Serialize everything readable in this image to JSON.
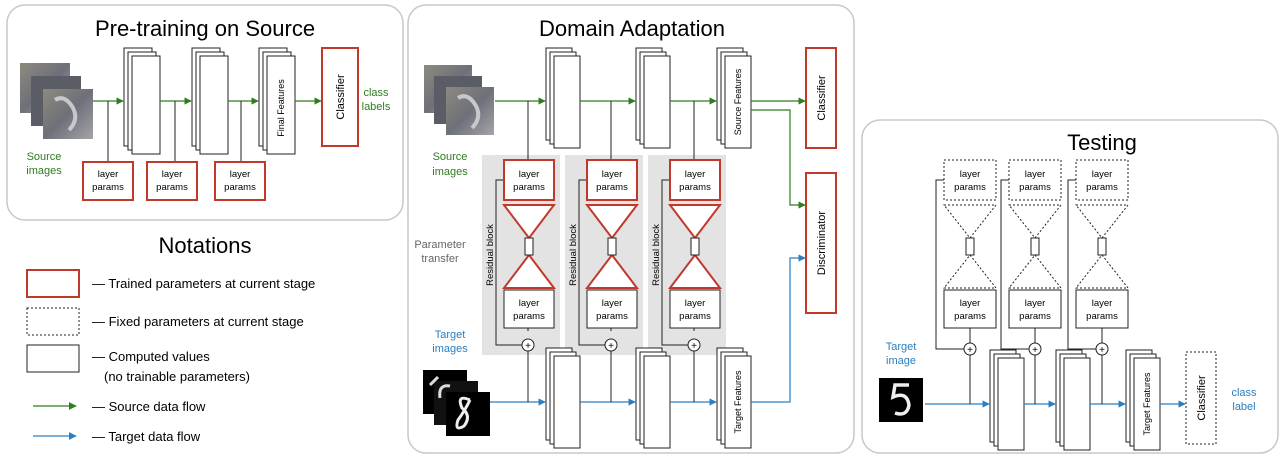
{
  "panels": {
    "pretraining": {
      "title": "Pre-training on Source"
    },
    "adaptation": {
      "title": "Domain Adaptation"
    },
    "testing": {
      "title": "Testing"
    }
  },
  "notations": {
    "title": "Notations",
    "trained": "— Trained parameters at current stage",
    "fixed": "— Fixed parameters at current stage",
    "computed_1": "— Computed values",
    "computed_2": "(no trainable parameters)",
    "source_flow": "— Source data flow",
    "target_flow": "— Target data flow"
  },
  "labels": {
    "source_images_1": "Source",
    "source_images_2": "images",
    "target_images_1": "Target",
    "target_images_2": "images",
    "target_image_1": "Target",
    "target_image_2": "image",
    "layer_1": "layer",
    "layer_2": "params",
    "final_features": "Final Features",
    "source_features": "Source Features",
    "target_features": "Target Features",
    "classifier": "Classifier",
    "discriminator": "Discriminator",
    "class_labels_1": "class",
    "class_labels_2": "labels",
    "class_label_1": "class",
    "class_label_2": "label",
    "residual_block": "Residual block",
    "parameter_transfer_1": "Parameter",
    "parameter_transfer_2": "transfer",
    "plus": "+"
  },
  "colors": {
    "trained": "#c0392b",
    "source": "#2e7d1f",
    "target": "#2a7fc1",
    "panel_border": "#c8c8c8",
    "residual_bg": "#e3e3e3"
  },
  "icons": [
    "source-image-stack",
    "target-digit-images",
    "plus-circle-icon",
    "arrow-icon"
  ]
}
